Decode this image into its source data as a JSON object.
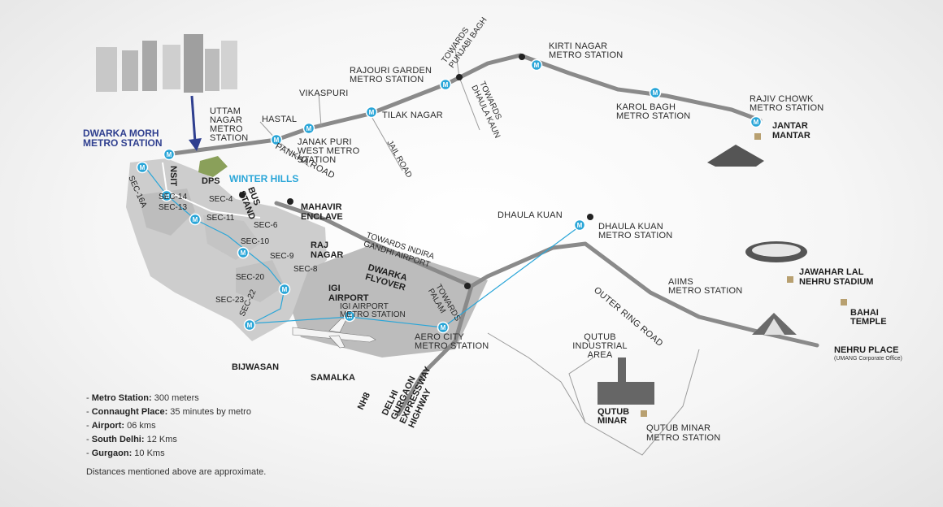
{
  "map": {
    "stations": {
      "dwarka_morh": "DWARKA MORH\nMETRO STATION",
      "uttam_nagar": "UTTAM\nNAGAR\nMETRO\nSTATION",
      "hastal": "HASTAL",
      "vikaspuri": "VIKASPURI",
      "janak_puri": "JANAK PURI\nWEST METRO\nSTATION",
      "tilak_nagar": "TILAK NAGAR",
      "rajouri_garden": "RAJOURI GARDEN\nMETRO STATION",
      "kirti_nagar": "KIRTI NAGAR\nMETRO STATION",
      "karol_bagh": "KAROL BAGH\nMETRO STATION",
      "rajiv_chowk": "RAJIV CHOWK\nMETRO STATION",
      "dhaula_kuan_station": "DHAULA KUAN\nMETRO STATION",
      "aiims": "AIIMS\nMETRO STATION",
      "igi_airport_station": "IGI AIRPORT\nMETRO STATION",
      "aero_city": "AERO CITY\nMETRO STATION",
      "qutub_minar_station": "QUTUB MINAR\nMETRO STATION"
    },
    "roads": {
      "towards_punjabi_bagh": "TOWARDS\nPUNJABI BAGH",
      "towards_dhaula_kaun": "TOWARDS\nDHAULA KAUN",
      "jail_road": "JAIL ROAD",
      "pankha_road": "PANKHA ROAD",
      "towards_igi": "TOWARDS INDIRA\nGANDHI AIRPORT",
      "dwarka_flyover": "DWARKA\nFLYOVER",
      "towards_palam": "TOWARDS\nPALAM",
      "outer_ring_road": "OUTER RING ROAD",
      "nh8": "NH8",
      "expressway": "DELHI\nGURGAON\nEXPRESSWAY\nHIGHWAY"
    },
    "places": {
      "nsit": "NSIT",
      "dps": "DPS",
      "winter_hills": "WINTER HILLS",
      "bus_stand": "BUS\nSTAND",
      "mahavir_enclave": "MAHAVIR\nENCLAVE",
      "raj_nagar": "RAJ\nNAGAR",
      "igi_airport": "IGI\nAIRPORT",
      "dhaula_kuan": "DHAULA KUAN",
      "bijwasan": "BIJWASAN",
      "samalka": "SAMALKA",
      "qutub_industrial": "QUTUB\nINDUSTRIAL\nAREA",
      "qutub_minar": "QUTUB\nMINAR",
      "jantar_mantar": "JANTAR\nMANTAR",
      "jawahar_lal": "JAWAHAR LAL\nNEHRU STADIUM",
      "bahai_temple": "BAHAI\nTEMPLE",
      "nehru_place": "NEHRU PLACE",
      "umang_office": "(UMANG Corporate Office)"
    },
    "sectors": [
      "SEC-16A",
      "SEC-14",
      "SEC-13",
      "SEC-4",
      "SEC-11",
      "SEC-6",
      "SEC-10",
      "SEC-9",
      "SEC-8",
      "SEC-20",
      "SEC-23",
      "SEC-22"
    ],
    "metro_badge": "M",
    "colors": {
      "road": "#8a8a8a",
      "metro_blue": "#2aa6d8",
      "dark_blue": "#2f3f8f",
      "land_gray": "#cfcfcf",
      "airport_gray": "#bdbdbd",
      "landmark_gold": "#b8a070"
    }
  },
  "legend": {
    "items": [
      {
        "label": "Metro Station:",
        "value": " 300 meters"
      },
      {
        "label": "Connaught Place:",
        "value": " 35 minutes by metro"
      },
      {
        "label": "Airport:",
        "value": " 06 kms"
      },
      {
        "label": "South Delhi:",
        "value": " 12 Kms"
      },
      {
        "label": "Gurgaon:",
        "value": " 10 Kms"
      }
    ],
    "note": "Distances mentioned above are approximate."
  }
}
